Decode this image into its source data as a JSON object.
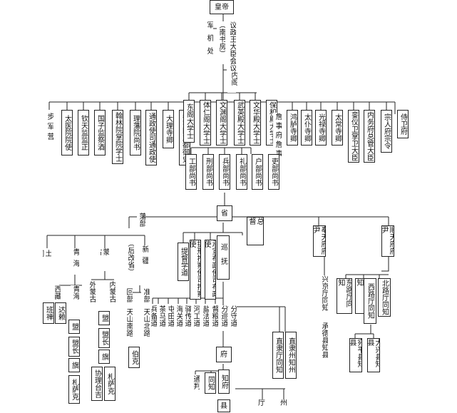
{
  "emperor": "皇帝",
  "top": {
    "council": "议政王大臣会议",
    "nanshufang": "（南书房）",
    "junjichu": "军机处",
    "neige": "内阁"
  },
  "left_offices": [
    "步军营",
    "太医院院使",
    "钦天监监正",
    "国子监祭酒",
    "翰林院掌院学士",
    "理藩院尚书",
    "通政使司通政使",
    "大理寺卿",
    "都察院左都御史"
  ],
  "grand_secretaries": [
    "东阁大学士",
    "体仁阁大学士",
    "文渊阁大学士",
    "武英殿大学士",
    "文华殿大学士",
    "保和殿大学士"
  ],
  "right_offices": [
    "詹事府詹事",
    "鸿胪寺卿",
    "太仆寺卿",
    "光禄寺卿",
    "太常寺卿",
    "銮仪卫掌卫大臣",
    "内务府总管大臣",
    "宗人府宗令",
    "侍卫府"
  ],
  "ministers": [
    "工部尚书",
    "刑部尚书",
    "兵部尚书",
    "礼部尚书",
    "户部尚书",
    "吏部尚书"
  ],
  "province": "省",
  "viceroy": "总督",
  "governor": "巡抚",
  "tidu": "提督学道",
  "anchashi": "提刑按察使司按察使",
  "buzhengshi": "承宣布政使司布政使",
  "circuits": [
    "兵备道",
    "茶马道",
    "屯田道",
    "海关道",
    "驿传道",
    "河工道",
    "盐法道",
    "督粮道",
    "分巡道",
    "分守道"
  ],
  "fu": "府",
  "tongpan": "通判",
  "tongzhi": "同知",
  "zhifu": "知府",
  "ting": "厅",
  "zhou": "州",
  "xian": "县",
  "zhilizhou_zhizhou": "直隶州知州",
  "zhiliting_tongzhi": "直隶厅同知",
  "fanbu": "藩部",
  "tusi": "土司",
  "xizang": "西藏",
  "zangban": "班禅",
  "dalai": "达赖",
  "qinghai": "青海",
  "menggu": "蒙古",
  "xinjiang": "新疆",
  "gaisheng": "（后改省）",
  "meng": "盟",
  "mengzhang": "盟长",
  "qi": "旗",
  "zhasake": "札萨克",
  "waimenggu": "外蒙古",
  "neimenggu": "内蒙古",
  "meng2": "盟",
  "mengzhang2": "盟长",
  "qi2": "旗",
  "xieli": "协理台吉",
  "zhasake2": "札萨克",
  "huibu": "回部",
  "zhunbu": "准部",
  "tianshan_nan": "天山南路",
  "tianshan_bei": "天山北路",
  "boke": "伯克",
  "fengtian": "奉天府府尹",
  "xingjing": "兴京厅同知",
  "chengde": "承德县知县",
  "shuntian": "顺天府府尹",
  "dongluting": "东路厅同知",
  "nanluting": "南路厅同知",
  "xiluting": "西路厅同知",
  "beiluting": "北路厅同知",
  "wanping": "宛平县知县",
  "daxing": "大兴县知县"
}
